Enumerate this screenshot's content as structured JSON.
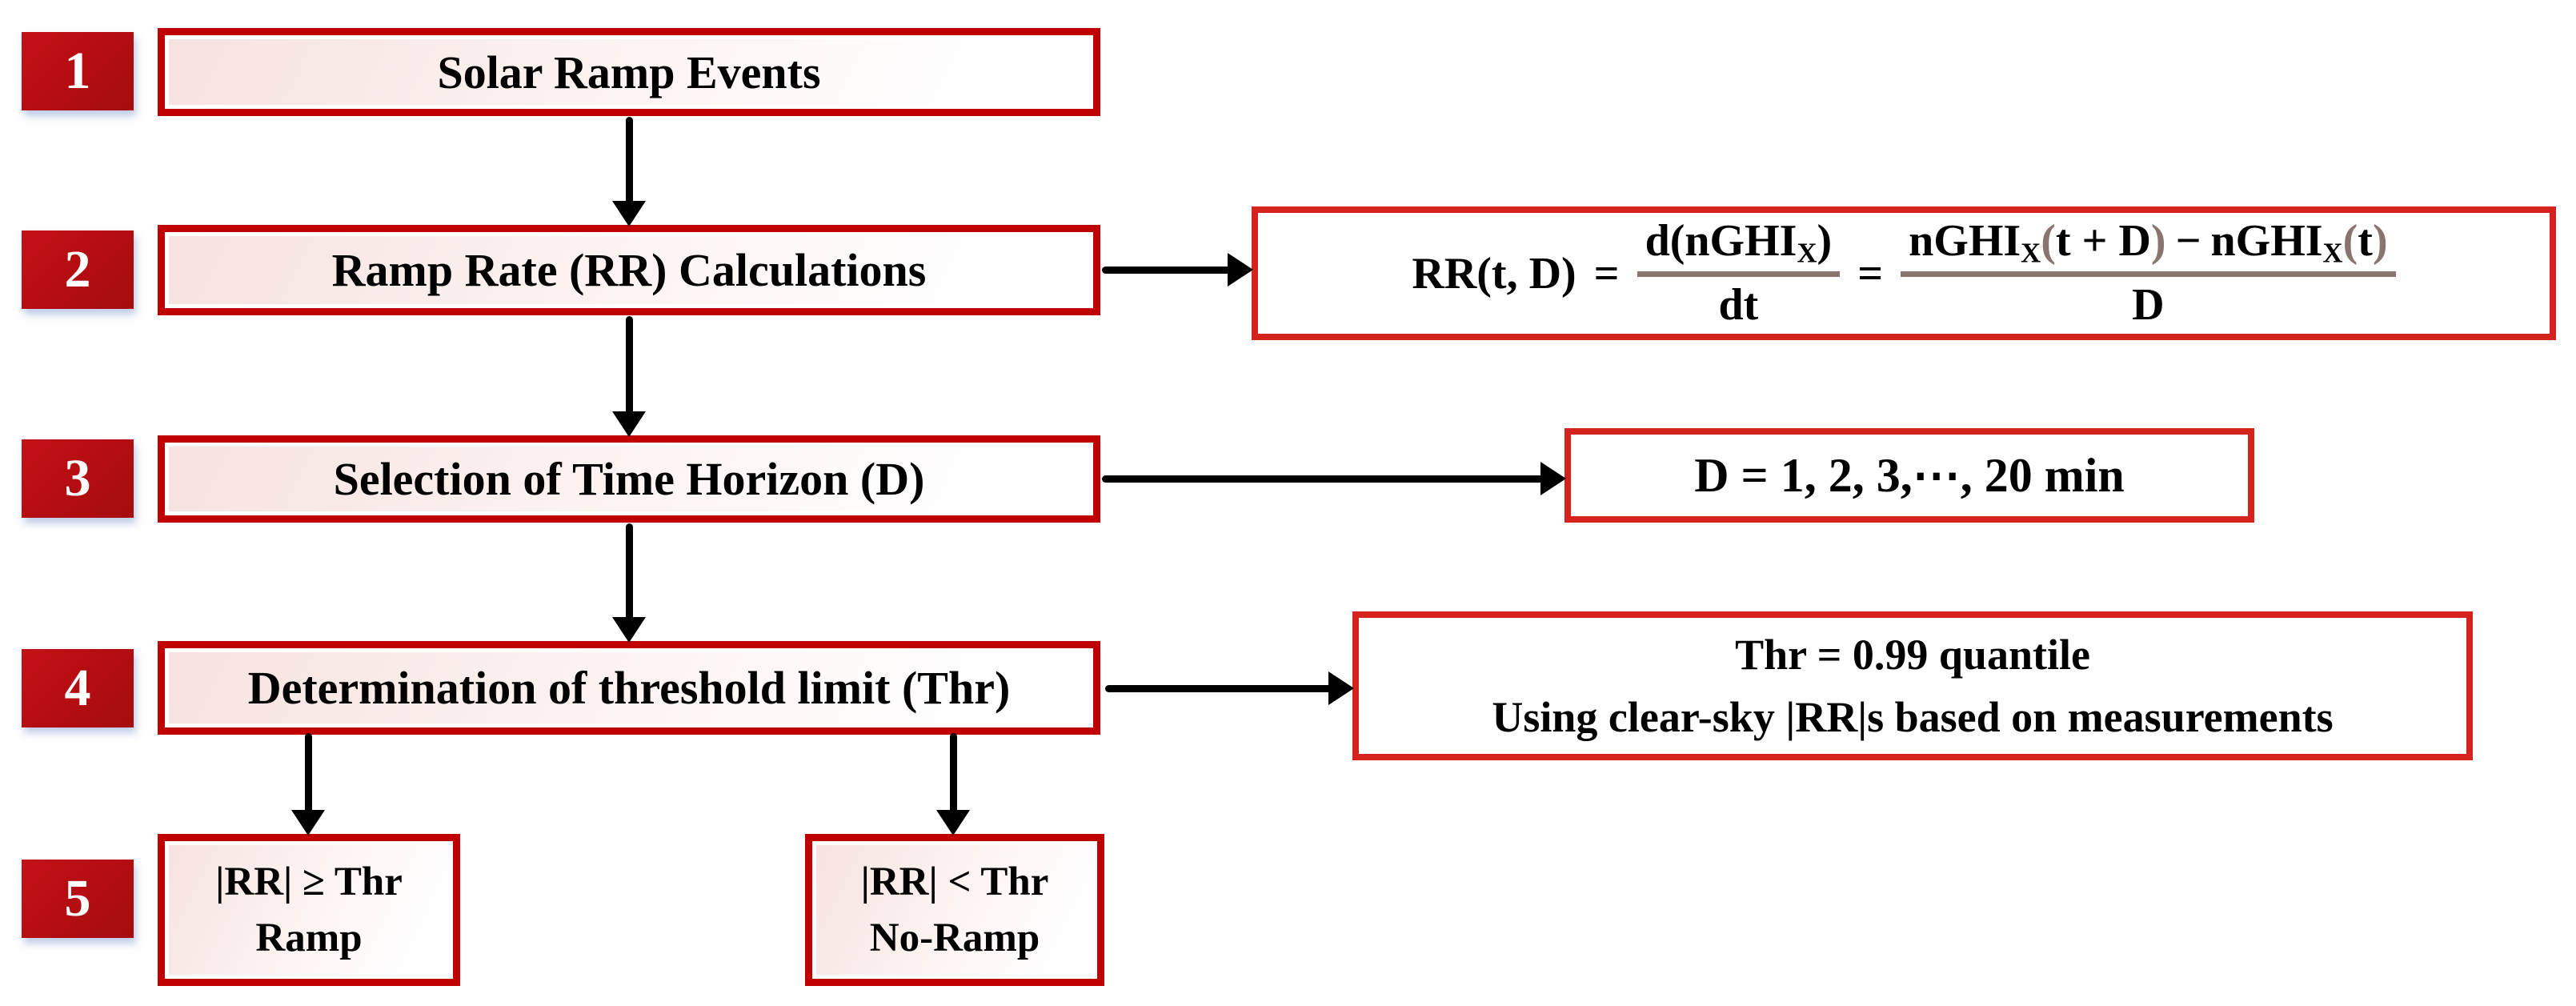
{
  "colors": {
    "badge_red": "#b60d12",
    "flow_border": "#c00000",
    "side_border": "#d6221c",
    "box_fill_pink": "#f6e2df",
    "accent_mauve": "#8a7470",
    "arrow_black": "#000000",
    "text_black": "#000000",
    "badge_text": "#ffffff"
  },
  "badges": [
    {
      "label": "1"
    },
    {
      "label": "2"
    },
    {
      "label": "3"
    },
    {
      "label": "4"
    },
    {
      "label": "5"
    }
  ],
  "flow": {
    "step1": {
      "label": "Solar Ramp Events"
    },
    "step2": {
      "label": "Ramp Rate (RR) Calculations"
    },
    "step3": {
      "label": "Selection of Time Horizon (D)"
    },
    "step4": {
      "label": "Determination of threshold limit (Thr)"
    },
    "outcome_ramp": {
      "line1": "|RR| ≥ Thr",
      "line2": "Ramp"
    },
    "outcome_no_ramp": {
      "line1": "|RR| < Thr",
      "line2": "No-Ramp"
    }
  },
  "side": {
    "formula": {
      "lhs": "RR(t, D)",
      "equals": "=",
      "num1_prefix": "d(nGHI",
      "sub_x": "X",
      "num1_suffix": ")",
      "den1": "dt",
      "term": "nGHI",
      "paren_open": "(",
      "paren_close": ")",
      "arg1": "t + D",
      "minus": "−",
      "arg2": "t",
      "den2": "D"
    },
    "horizon": {
      "label": "D = 1, 2, 3,⋯, 20 min"
    },
    "threshold": {
      "line1": "Thr = 0.99 quantile",
      "line2": "Using clear-sky |RR|s based on measurements"
    }
  }
}
